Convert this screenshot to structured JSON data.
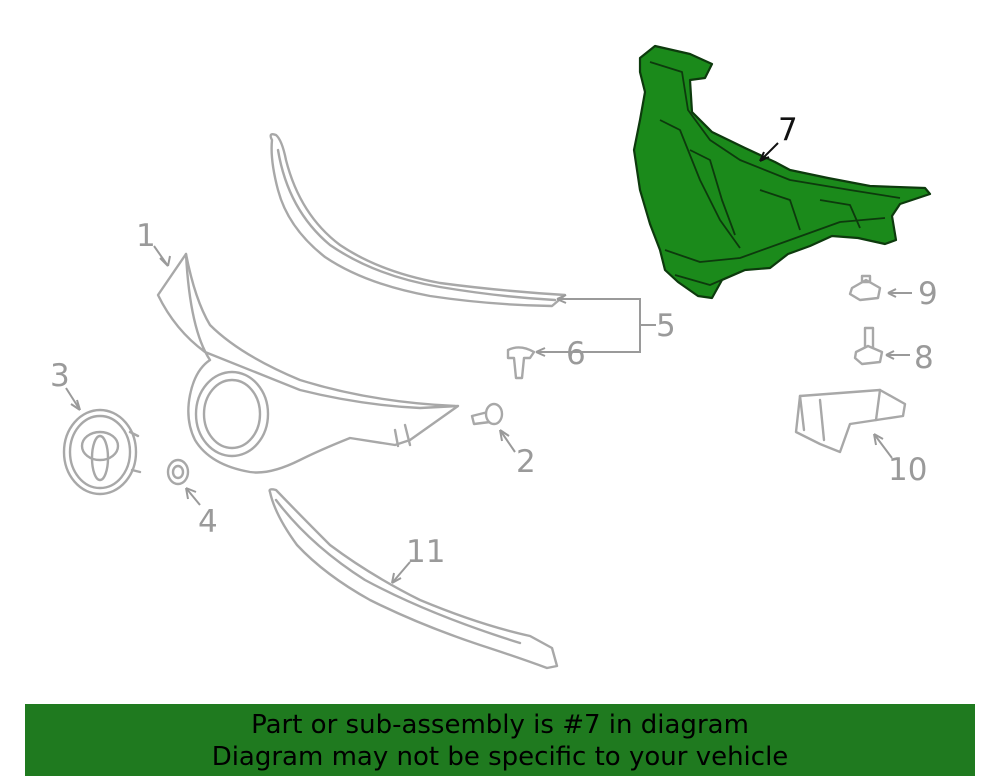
{
  "callouts": {
    "c1": "1",
    "c2": "2",
    "c3": "3",
    "c4": "4",
    "c5": "5",
    "c6": "6",
    "c7": "7",
    "c8": "8",
    "c9": "9",
    "c10": "10",
    "c11": "11"
  },
  "highlight_color": "#1b8a1b",
  "banner": {
    "line1": "Part or sub-assembly is #7 in diagram",
    "line2": "Diagram may not be specific to your vehicle",
    "background": "#1f7a1f"
  }
}
